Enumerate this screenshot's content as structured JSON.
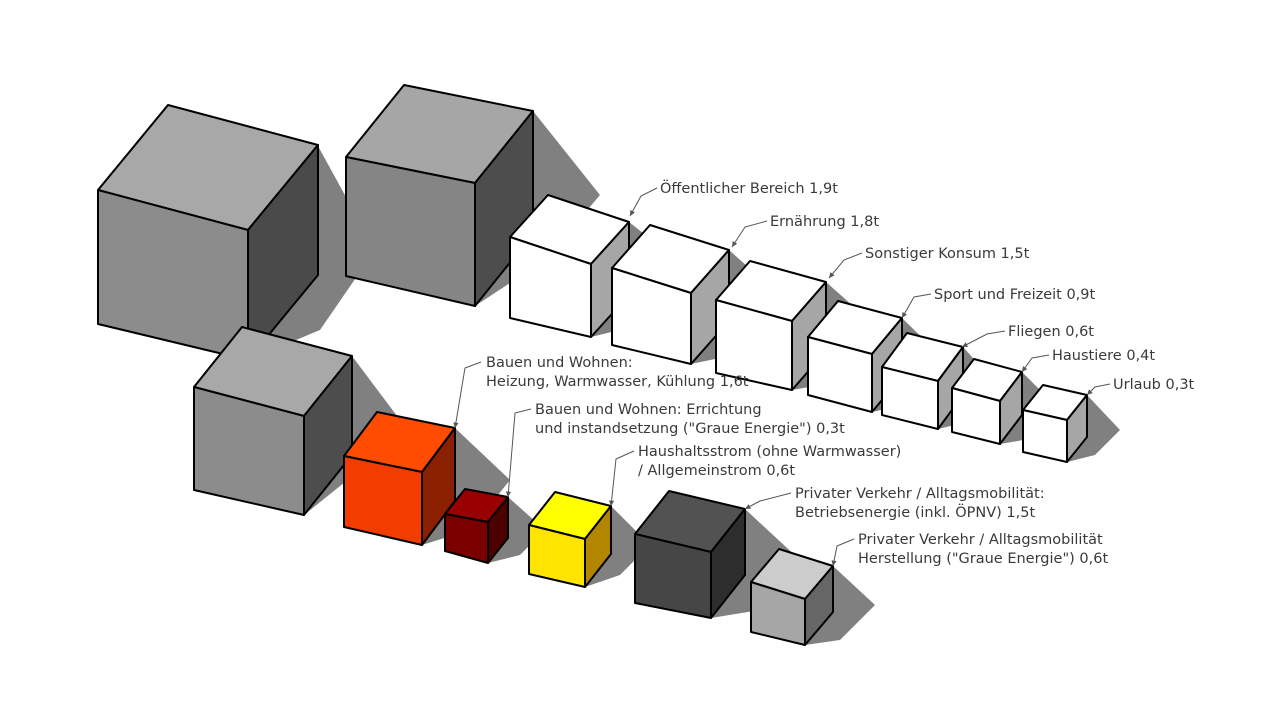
{
  "colors": {
    "background": "#ffffff",
    "shadow": "#808080",
    "outline": "#000000",
    "label_text": "#3a3a3a",
    "leader_line": "#555555"
  },
  "cubes": [
    {
      "id": "total-large",
      "text": [],
      "color": "#8c8c8c",
      "top_color": "#a8a8a8",
      "side_color": "#4a4a4a"
    },
    {
      "id": "total-medium",
      "text": [],
      "color": "#858585",
      "top_color": "#a6a6a6",
      "side_color": "#4d4d4d"
    },
    {
      "id": "total-small",
      "text": [],
      "color": "#8c8c8c",
      "top_color": "#a8a8a8",
      "side_color": "#4d4d4d"
    },
    {
      "id": "oeffentlich",
      "text": [
        "Öffentlicher Bereich 1,9t"
      ],
      "value_t": 1.9,
      "color": "#ffffff",
      "top_color": "#ffffff",
      "side_color": "#a6a6a6"
    },
    {
      "id": "ernaehrung",
      "text": [
        "Ernährung 1,8t"
      ],
      "value_t": 1.8,
      "color": "#ffffff",
      "top_color": "#ffffff",
      "side_color": "#a6a6a6"
    },
    {
      "id": "konsum",
      "text": [
        "Sonstiger Konsum 1,5t"
      ],
      "value_t": 1.5,
      "color": "#ffffff",
      "top_color": "#ffffff",
      "side_color": "#a6a6a6"
    },
    {
      "id": "sport",
      "text": [
        "Sport und Freizeit 0,9t"
      ],
      "value_t": 0.9,
      "color": "#ffffff",
      "top_color": "#ffffff",
      "side_color": "#a6a6a6"
    },
    {
      "id": "fliegen",
      "text": [
        "Fliegen 0,6t"
      ],
      "value_t": 0.6,
      "color": "#ffffff",
      "top_color": "#ffffff",
      "side_color": "#a6a6a6"
    },
    {
      "id": "haustiere",
      "text": [
        "Haustiere 0,4t"
      ],
      "value_t": 0.4,
      "color": "#ffffff",
      "top_color": "#ffffff",
      "side_color": "#a6a6a6"
    },
    {
      "id": "urlaub",
      "text": [
        "Urlaub 0,3t"
      ],
      "value_t": 0.3,
      "color": "#ffffff",
      "top_color": "#ffffff",
      "side_color": "#a6a6a6"
    },
    {
      "id": "heizung",
      "text": [
        "Bauen und Wohnen:",
        "Heizung, Warmwasser, Kühlung  1,6t"
      ],
      "value_t": 1.6,
      "color": "#f23c00",
      "top_color": "#ff4c00",
      "side_color": "#8a2000"
    },
    {
      "id": "errichtung",
      "text": [
        "Bauen und Wohnen: Errichtung",
        "und instandsetzung (\"Graue Energie\") 0,3t"
      ],
      "value_t": 0.3,
      "color": "#7a0000",
      "top_color": "#990000",
      "side_color": "#4d0000"
    },
    {
      "id": "haushaltsstrom",
      "text": [
        "Haushaltsstrom (ohne Warmwasser)",
        "/ Allgemeinstrom 0,6t"
      ],
      "value_t": 0.6,
      "color": "#ffe400",
      "top_color": "#ffff00",
      "side_color": "#b38600"
    },
    {
      "id": "betriebsenergie",
      "text": [
        "Privater Verkehr / Alltagsmobilität:",
        "Betriebsenergie (inkl. ÖPNV) 1,5t"
      ],
      "value_t": 1.5,
      "color": "#464646",
      "top_color": "#525252",
      "side_color": "#2d2d2d"
    },
    {
      "id": "herstellung",
      "text": [
        "Privater Verkehr / Alltagsmobilität",
        "Herstellung (\"Graue Energie\") 0,6t"
      ],
      "value_t": 0.6,
      "color": "#a6a6a6",
      "top_color": "#cccccc",
      "side_color": "#666666"
    }
  ]
}
